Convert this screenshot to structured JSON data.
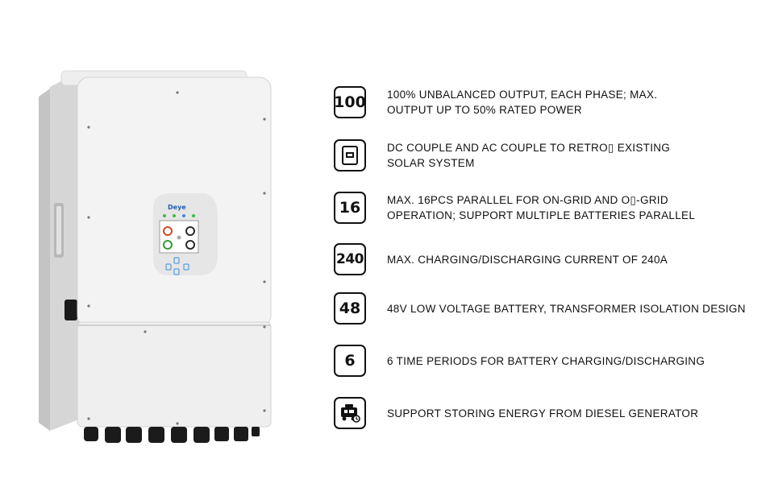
{
  "product": {
    "brand_logo": "Deye"
  },
  "features": [
    {
      "badge": "100",
      "icon": null,
      "text": "100% UNBALANCED OUTPUT, EACH PHASE; MAX.\nOUTPUT UP TO 50% RATED POWER"
    },
    {
      "badge": "",
      "icon": "inverter-device-icon",
      "text": "DC COUPLE AND AC COUPLE TO RETRO▯ EXISTING\nSOLAR SYSTEM"
    },
    {
      "badge": "16",
      "icon": null,
      "text": "MAX. 16PCS PARALLEL FOR ON-GRID AND O▯-GRID\nOPERATION; SUPPORT MULTIPLE BATTERIES PARALLEL"
    },
    {
      "badge": "240",
      "icon": null,
      "text": "MAX. CHARGING/DISCHARGING CURRENT OF 240A"
    },
    {
      "badge": "48",
      "icon": null,
      "text": "48V LOW VOLTAGE BATTERY, TRANSFORMER ISOLATION DESIGN"
    },
    {
      "badge": "6",
      "icon": null,
      "text": "6 TIME PERIODS FOR BATTERY CHARGING/DISCHARGING"
    },
    {
      "badge": "",
      "icon": "diesel-generator-icon",
      "text": "SUPPORT STORING ENERGY FROM DIESEL GENERATOR"
    }
  ]
}
